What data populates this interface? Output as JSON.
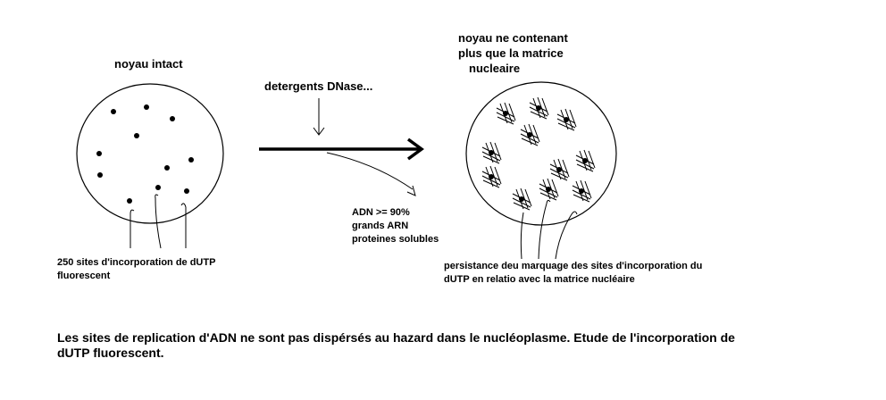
{
  "left": {
    "title": "noyau intact",
    "caption": [
      "250 sites d'incorporation de dUTP",
      "fluorescent"
    ]
  },
  "middle": {
    "treatment": "detergents DNase...",
    "removed": [
      "ADN >= 90%",
      "grands ARN",
      "proteines solubles"
    ]
  },
  "right": {
    "title": [
      "noyau ne contenant",
      "plus que la matrice",
      "nucleaire"
    ],
    "caption": [
      "persistance deu marquage des sites d'incorporation du",
      "dUTP en relatio avec la matrice nucléaire"
    ]
  },
  "conclusion": [
    "Les sites de replication d'ADN ne sont pas dispérsés au hazard dans le nucléoplasme. Etude de l'incorporation de",
    "dUTP fluorescent."
  ],
  "colors": {
    "ink": "#000000",
    "background": "#ffffff"
  }
}
